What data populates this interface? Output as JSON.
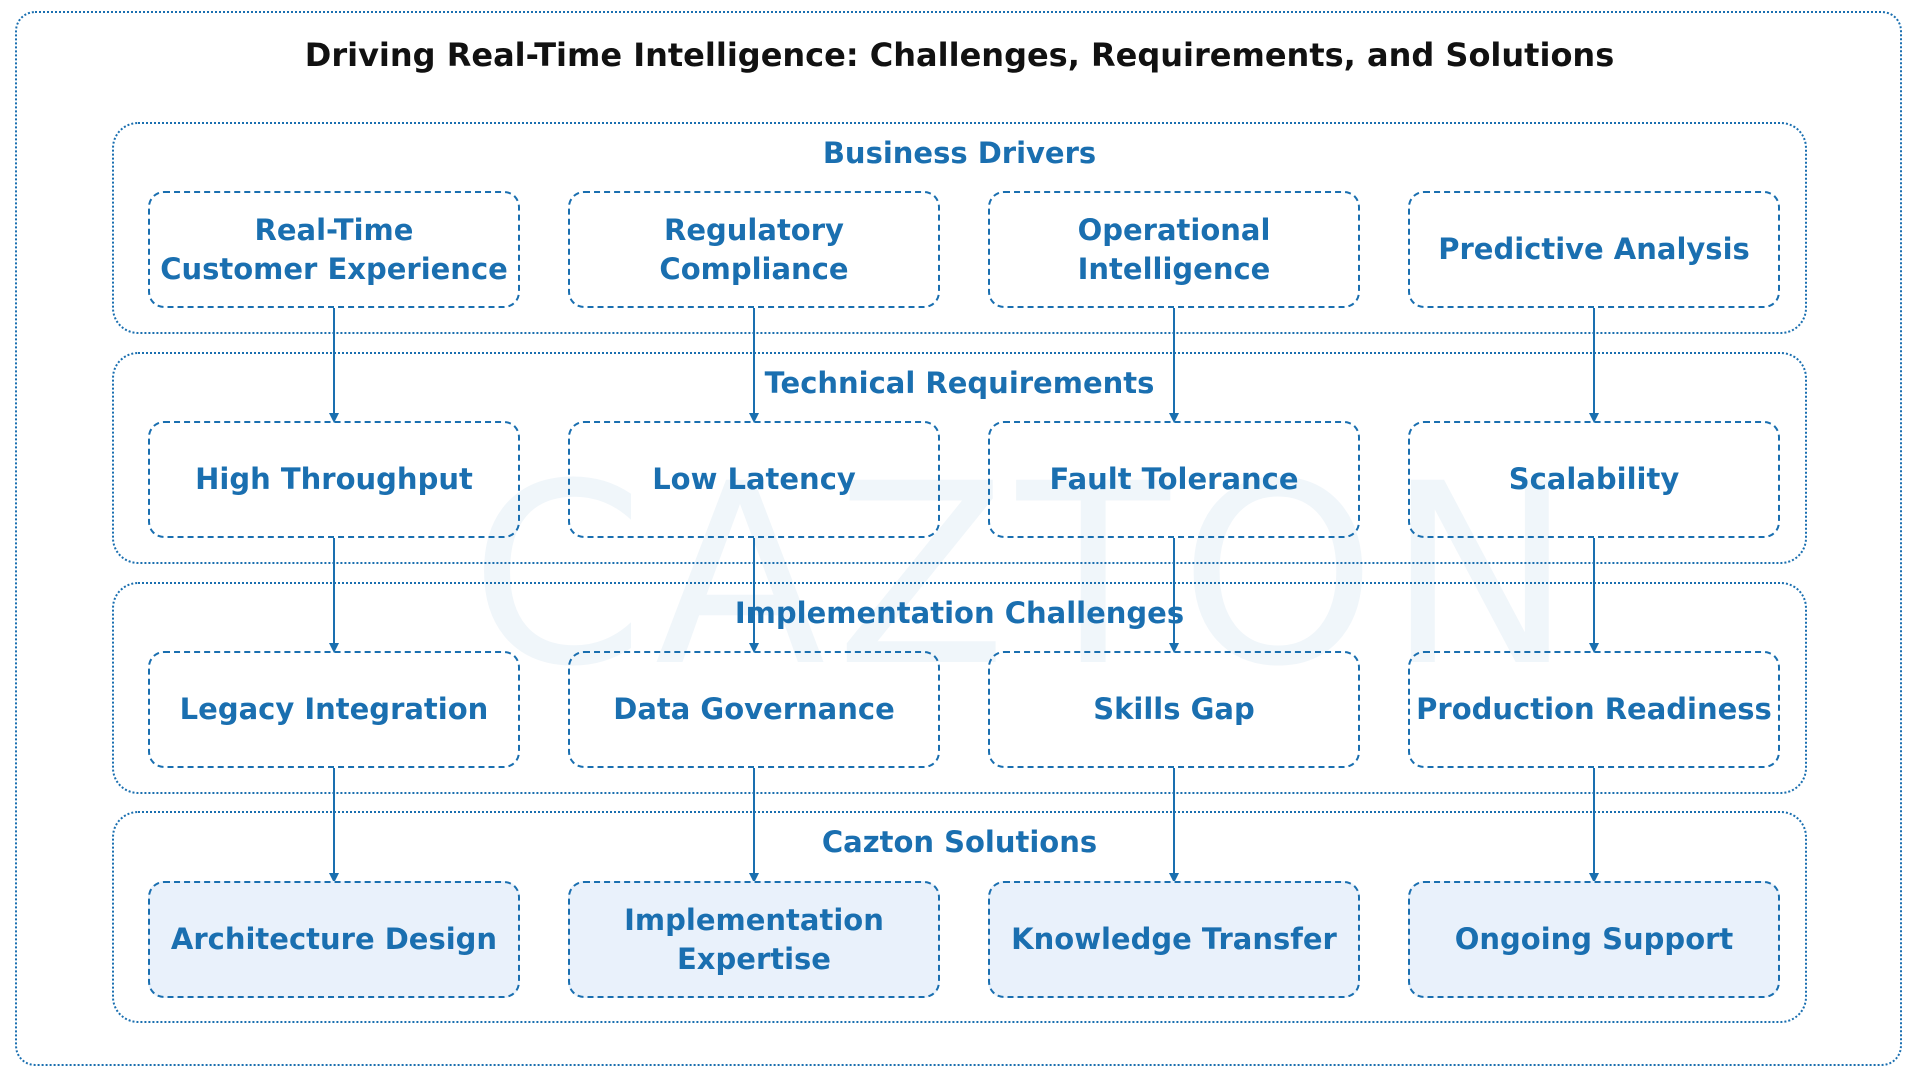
{
  "title": "Driving Real-Time Intelligence: Challenges, Requirements, and Solutions",
  "watermark": "CAZTON",
  "colors": {
    "accent": "#1a6fb0",
    "solution_fill": "#e9f1fb",
    "title_text": "#111111"
  },
  "sections": [
    {
      "label": "Business Drivers",
      "nodes": [
        "Real-Time\nCustomer Experience",
        "Regulatory\nCompliance",
        "Operational\nIntelligence",
        "Predictive Analysis"
      ]
    },
    {
      "label": "Technical Requirements",
      "nodes": [
        "High Throughput",
        "Low Latency",
        "Fault Tolerance",
        "Scalability"
      ]
    },
    {
      "label": "Implementation Challenges",
      "nodes": [
        "Legacy Integration",
        "Data Governance",
        "Skills Gap",
        "Production Readiness"
      ]
    },
    {
      "label": "Cazton Solutions",
      "nodes": [
        "Architecture Design",
        "Implementation\nExpertise",
        "Knowledge Transfer",
        "Ongoing Support"
      ]
    }
  ],
  "edges": [
    {
      "from": "Real-Time\nCustomer Experience",
      "to": "High Throughput"
    },
    {
      "from": "Regulatory\nCompliance",
      "to": "Low Latency"
    },
    {
      "from": "Operational\nIntelligence",
      "to": "Fault Tolerance"
    },
    {
      "from": "Predictive Analysis",
      "to": "Scalability"
    },
    {
      "from": "High Throughput",
      "to": "Legacy Integration"
    },
    {
      "from": "Low Latency",
      "to": "Data Governance"
    },
    {
      "from": "Fault Tolerance",
      "to": "Skills Gap"
    },
    {
      "from": "Scalability",
      "to": "Production Readiness"
    },
    {
      "from": "Legacy Integration",
      "to": "Architecture Design"
    },
    {
      "from": "Data Governance",
      "to": "Implementation\nExpertise"
    },
    {
      "from": "Skills Gap",
      "to": "Knowledge Transfer"
    },
    {
      "from": "Production Readiness",
      "to": "Ongoing Support"
    }
  ]
}
